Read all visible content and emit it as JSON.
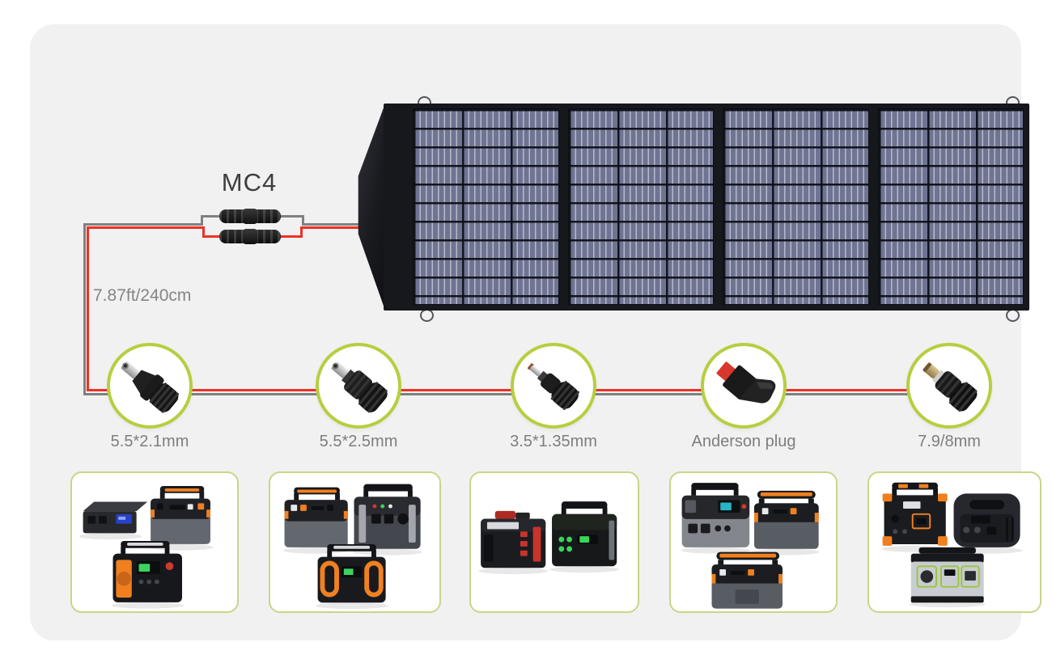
{
  "mc4": {
    "label": "MC4",
    "connector_count": 2
  },
  "cable": {
    "length_label": "7.87ft/240cm"
  },
  "solar_panel": {
    "sections": 4
  },
  "connectors": [
    {
      "label": "5.5*2.1mm",
      "icon": "dc-barrel-plug-5.5x2.1-icon"
    },
    {
      "label": "5.5*2.5mm",
      "icon": "dc-barrel-plug-5.5x2.5-icon"
    },
    {
      "label": "3.5*1.35mm",
      "icon": "dc-barrel-plug-3.5x1.35-icon"
    },
    {
      "label": "Anderson plug",
      "icon": "anderson-plug-icon"
    },
    {
      "label": "7.9/8mm",
      "icon": "dc-barrel-plug-7.9x8-icon"
    }
  ],
  "device_boxes": [
    {
      "device_count": 3
    },
    {
      "device_count": 3
    },
    {
      "device_count": 2
    },
    {
      "device_count": 3
    },
    {
      "device_count": 3
    }
  ],
  "colors": {
    "wire_red": "#ee3124",
    "wire_gray": "#808080",
    "ring_green": "#b5cf3f",
    "box_border_green": "#c8d687",
    "card_bg": "#f1f1f2",
    "accent_orange": "#f08020"
  }
}
